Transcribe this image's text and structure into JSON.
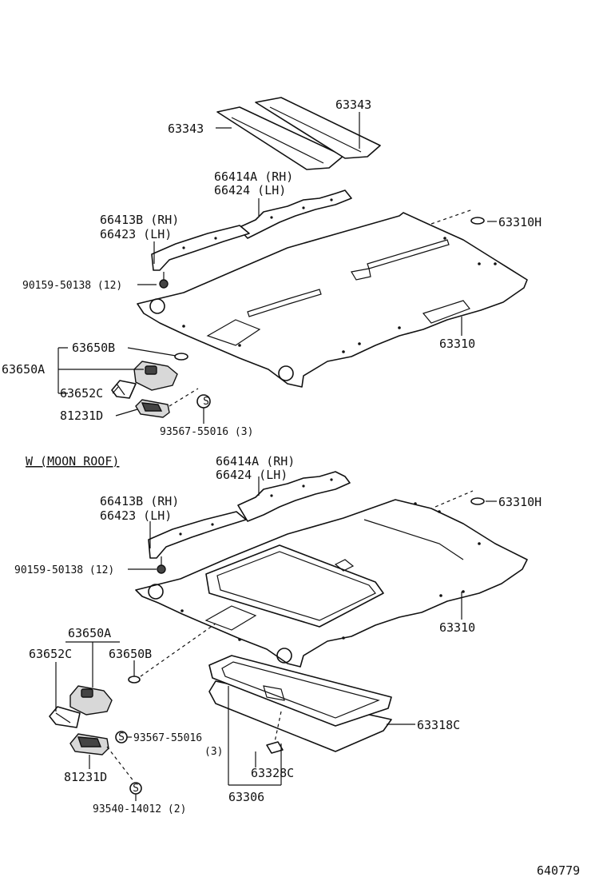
{
  "labels": {
    "top_visor_right": "63343",
    "top_visor_left": "63343",
    "top_rail_rh": "66414A (RH)",
    "top_rail_lh": "66424   (LH)",
    "top_side_rh": "66413B (RH)",
    "top_side_lh": "66423   (LH)",
    "top_clip": "63310H",
    "top_screw": "90159-50138 (12)",
    "top_headliner": "63310",
    "top_lamp_b": "63650B",
    "top_lamp_a": "63650A",
    "top_lamp_c": "63652C",
    "top_lamp_lens": "81231D",
    "top_screw_s": "93567-55016 (3)",
    "section_title": "W (MOON  ROOF)",
    "bot_rail_rh": "66414A (RH)",
    "bot_rail_lh": "66424   (LH)",
    "bot_side_rh": "66413B (RH)",
    "bot_side_lh": "66423   (LH)",
    "bot_clip": "63310H",
    "bot_screw": "90159-50138 (12)",
    "bot_headliner": "63310",
    "bot_lamp_a": "63650A",
    "bot_lamp_c": "63652C",
    "bot_lamp_b": "63650B",
    "bot_screw_s": "93567-55016",
    "bot_screw_s_qty": "(3)",
    "bot_lamp_lens": "81231D",
    "bot_screw_t": "93540-14012 (2)",
    "bot_shade": "63318C",
    "bot_shade_clip": "63328C",
    "bot_shade_assy": "63306",
    "diagram_number": "640779",
    "s_mark": "S"
  }
}
